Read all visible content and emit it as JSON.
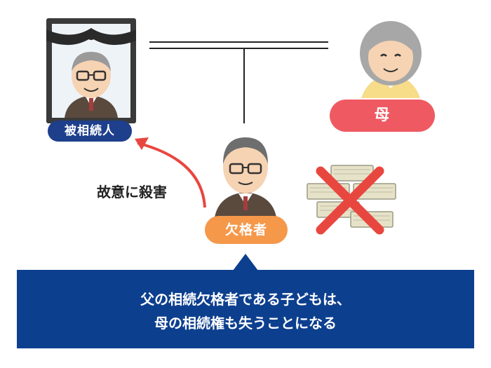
{
  "labels": {
    "deceased": "被相続人",
    "mother": "母",
    "disqualified": "欠格者",
    "murder": "故意に殺害"
  },
  "banner": {
    "line1": "父の相続欠格者である子どもは、",
    "line2": "母の相続権も失うことになる"
  },
  "colors": {
    "deceased_label": "#1e3f8c",
    "mother_label": "#ef5a62",
    "disqualified_label": "#f5984a",
    "arrow": "#e8473f",
    "banner": "#0d3f8f",
    "cross": "#e8473f"
  },
  "icons": {
    "portrait": "memorial-portrait-icon",
    "mother": "elderly-woman-icon",
    "son": "man-with-glasses-icon",
    "money": "cash-stack-icon",
    "cross": "cross-mark-icon"
  }
}
